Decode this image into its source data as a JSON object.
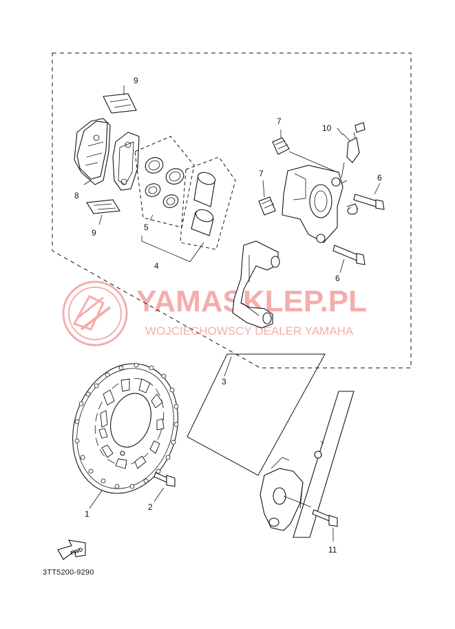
{
  "callouts": {
    "c1": "1",
    "c2": "2",
    "c3": "3",
    "c4": "4",
    "c5": "5",
    "c6a": "6",
    "c6b": "6",
    "c7a": "7",
    "c7b": "7",
    "c8": "8",
    "c9a": "9",
    "c9b": "9",
    "c10": "10",
    "c11": "11"
  },
  "fwd_label": "FWD",
  "part_code": "3TT5200-9290",
  "watermark": {
    "title": "YAMASKLEP.PL",
    "subtitle": "WOJCIECHOWSCY DEALER YAMAHA",
    "color": "#f3a5a5"
  },
  "colors": {
    "line": "#111111",
    "background": "#ffffff"
  }
}
